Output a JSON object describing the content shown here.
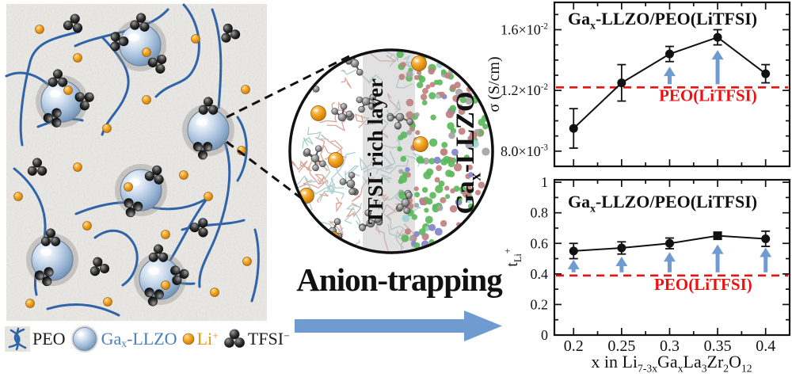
{
  "figure": {
    "anion_trapping_label": "Anion-trapping",
    "inset": {
      "band_label_parts": [
        {
          "t": "TFSI"
        },
        {
          "t": "-",
          "s": "sup"
        },
        {
          "t": " rich layer"
        }
      ],
      "right_label_parts": [
        {
          "t": "Ga"
        },
        {
          "t": "x",
          "s": "sub"
        },
        {
          "t": "-LLZO"
        }
      ]
    },
    "legend": [
      {
        "icon": "peo-chain-icon",
        "color": "#1a1a1a",
        "label_parts": [
          {
            "t": "PEO"
          }
        ]
      },
      {
        "icon": "llzo-sphere-icon",
        "color": "#4a7dbb",
        "label_parts": [
          {
            "t": "Ga"
          },
          {
            "t": "x",
            "s": "sub"
          },
          {
            "t": "-LLZO"
          }
        ]
      },
      {
        "icon": "li-ion-icon",
        "color": "#e8940f",
        "label_parts": [
          {
            "t": "Li"
          },
          {
            "t": "+",
            "s": "sup"
          }
        ]
      },
      {
        "icon": "tfsi-cluster-icon",
        "color": "#1a1a1a",
        "label_parts": [
          {
            "t": "TFSI"
          },
          {
            "t": "−",
            "s": "sup"
          }
        ]
      }
    ]
  },
  "colors": {
    "peo_line": "#2f64a8",
    "li_orange": "#e8940f",
    "tfsi_black": "#1c1c1c",
    "baseline_red": "#ee1111",
    "arrow_blue": "#6f9bd1",
    "inset_green": "#5cb85c",
    "inset_rose": "#c08080",
    "inset_violet": "#8086c8",
    "band_gray": "#bdbdbd",
    "panel_bg": "#eceae6"
  },
  "chart_data": [
    {
      "type": "line",
      "title_parts": [
        {
          "t": "Ga"
        },
        {
          "t": "x",
          "s": "sub"
        },
        {
          "t": "-LLZO/PEO(LiTFSI)"
        }
      ],
      "x": [
        0.2,
        0.25,
        0.3,
        0.35,
        0.4
      ],
      "series": [
        {
          "name": "composite conductivity",
          "values": [
            0.0095,
            0.0125,
            0.0144,
            0.0155,
            0.0131
          ],
          "errors": [
            0.0013,
            0.0012,
            0.0005,
            0.0005,
            0.0006
          ],
          "markers": [
            "circle",
            "circle",
            "circle",
            "circle",
            "circle"
          ]
        }
      ],
      "baseline": {
        "value": 0.0122,
        "label": "PEO(LiTFSI)"
      },
      "ylabel": "σ (S/cm)",
      "yticks": [
        {
          "v": 0.016,
          "parts": [
            {
              "t": "1.6×10"
            },
            {
              "t": "-2",
              "s": "sup"
            }
          ]
        },
        {
          "v": 0.012,
          "parts": [
            {
              "t": "1.2×10"
            },
            {
              "t": "-2",
              "s": "sup"
            }
          ]
        },
        {
          "v": 0.008,
          "parts": [
            {
              "t": "8.0×10"
            },
            {
              "t": "-3",
              "s": "sup"
            }
          ]
        }
      ],
      "ylim": [
        0.007,
        0.0178
      ],
      "xlim": [
        0.18,
        0.425
      ],
      "y_minor": 0.001,
      "x_minor": 0.025,
      "arrows_x": [
        0.3,
        0.35
      ],
      "grid": false
    },
    {
      "type": "line",
      "title_parts": [
        {
          "t": "Ga"
        },
        {
          "t": "x",
          "s": "sub"
        },
        {
          "t": "-LLZO/PEO(LiTFSI)"
        }
      ],
      "x": [
        0.2,
        0.25,
        0.3,
        0.35,
        0.4
      ],
      "series": [
        {
          "name": "Li transference number",
          "values": [
            0.55,
            0.57,
            0.6,
            0.65,
            0.63
          ],
          "errors": [
            0.05,
            0.04,
            0.035,
            0.02,
            0.05
          ],
          "markers": [
            "circle",
            "circle",
            "circle",
            "square",
            "circle"
          ]
        }
      ],
      "baseline": {
        "value": 0.39,
        "label": "PEO(LiTFSI)"
      },
      "ylabel_parts": [
        {
          "t": "t"
        },
        {
          "t": "Li",
          "s": "sub"
        },
        {
          "t": "+",
          "s": "sup"
        }
      ],
      "yticks": [
        {
          "v": 0,
          "parts": [
            {
              "t": "0"
            }
          ]
        },
        {
          "v": 0.2,
          "parts": [
            {
              "t": "0.2"
            }
          ]
        },
        {
          "v": 0.4,
          "parts": [
            {
              "t": "0.4"
            }
          ]
        },
        {
          "v": 0.6,
          "parts": [
            {
              "t": "0.6"
            }
          ]
        },
        {
          "v": 0.8,
          "parts": [
            {
              "t": "0.8"
            }
          ]
        },
        {
          "v": 1,
          "parts": [
            {
              "t": "1"
            }
          ]
        }
      ],
      "xticks": [
        {
          "v": 0.2,
          "label": "0.2"
        },
        {
          "v": 0.25,
          "label": "0.25"
        },
        {
          "v": 0.3,
          "label": "0.3"
        },
        {
          "v": 0.35,
          "label": "0.35"
        },
        {
          "v": 0.4,
          "label": "0.4"
        }
      ],
      "xlabel_parts": [
        {
          "t": "x in Li"
        },
        {
          "t": "7-3x",
          "s": "sub"
        },
        {
          "t": "Ga"
        },
        {
          "t": "x",
          "s": "sub"
        },
        {
          "t": "La"
        },
        {
          "t": "3",
          "s": "sub"
        },
        {
          "t": "Zr"
        },
        {
          "t": "2",
          "s": "sub"
        },
        {
          "t": "O"
        },
        {
          "t": "12",
          "s": "sub"
        }
      ],
      "ylim": [
        0,
        1.016
      ],
      "xlim": [
        0.18,
        0.425
      ],
      "y_minor": 0.1,
      "x_minor": 0.025,
      "arrows_x": [
        0.2,
        0.25,
        0.3,
        0.35,
        0.4
      ],
      "grid": false
    }
  ]
}
